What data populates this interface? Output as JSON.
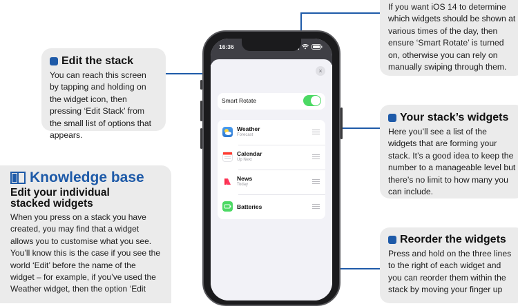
{
  "top_callout": {
    "text": "If you want iOS 14 to determine which widgets should be shown at various times of the day, then ensure ‘Smart Rotate’ is turned on, otherwise you can rely on manually swiping through them."
  },
  "edit_stack": {
    "title": "Edit the stack",
    "text": "You can reach this screen by tapping and holding on the widget icon, then pressing ‘Edit Stack’ from the small list of options that appears."
  },
  "stack_widgets": {
    "title": "Your stack’s widgets",
    "text": "Here you’ll see a list of the widgets that are forming your stack. It’s a good idea to keep the number to a manageable level but there’s no limit to how many you can include."
  },
  "reorder": {
    "title": "Reorder the widgets",
    "text": "Press and hold on the three lines to the right of each widget and you can reorder them within the stack by moving your finger up"
  },
  "knowledge_base": {
    "title": "Knowledge base",
    "subtitle": "Edit your individual stacked widgets",
    "text": "When you press on a stack you have created, you may find that a widget allows you to customise what you see. You’ll know this is the case if you see the world ‘Edit’ before the name of the widget – for example, if you’ve used the Weather widget, then the option ‘Edit"
  },
  "phone": {
    "status_time": "16:36",
    "close_glyph": "×",
    "smart_rotate_label": "Smart Rotate",
    "smart_rotate_on": true,
    "widgets": [
      {
        "name": "Weather",
        "sub": "Forecast",
        "icon": "weather-app-icon",
        "color": "#3f8fe0"
      },
      {
        "name": "Calendar",
        "sub": "Up Next",
        "icon": "calendar-app-icon",
        "color": "#ffffff"
      },
      {
        "name": "News",
        "sub": "Today",
        "icon": "news-app-icon",
        "color": "#ffffff"
      },
      {
        "name": "Batteries",
        "sub": "",
        "icon": "batteries-app-icon",
        "color": "#4cd964"
      }
    ]
  },
  "colors": {
    "accent": "#1e5aa8",
    "callout_bg": "#ebebeb",
    "toggle_on": "#4cd964"
  }
}
